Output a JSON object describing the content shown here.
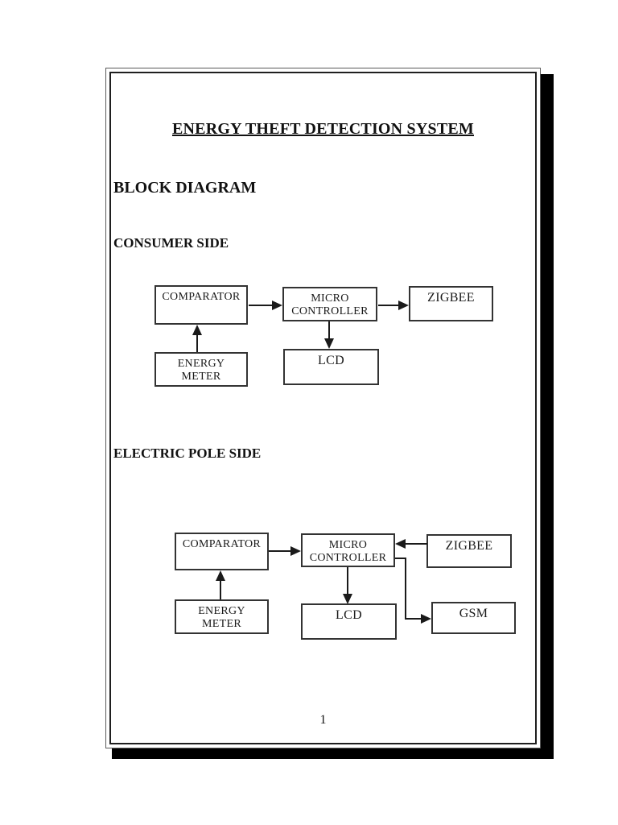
{
  "document": {
    "title": "ENERGY THEFT DETECTION SYSTEM",
    "heading": "BLOCK DIAGRAM",
    "page_number": "1"
  },
  "consumer_side": {
    "label": "CONSUMER SIDE",
    "boxes": {
      "comparator": "COMPARATOR",
      "micro_line1": "MICRO",
      "micro_line2": "CONTROLLER",
      "zigbee": "ZIGBEE",
      "energy_line1": "ENERGY",
      "energy_line2": "METER",
      "lcd": "LCD"
    },
    "connections": [
      {
        "from": "ENERGY METER",
        "to": "COMPARATOR"
      },
      {
        "from": "COMPARATOR",
        "to": "MICRO CONTROLLER"
      },
      {
        "from": "MICRO CONTROLLER",
        "to": "ZIGBEE"
      },
      {
        "from": "MICRO CONTROLLER",
        "to": "LCD"
      }
    ]
  },
  "pole_side": {
    "label": "ELECTRIC POLE SIDE",
    "boxes": {
      "comparator": "COMPARATOR",
      "micro_line1": "MICRO",
      "micro_line2": "CONTROLLER",
      "zigbee": "ZIGBEE",
      "energy_line1": "ENERGY",
      "energy_line2": "METER",
      "lcd": "LCD",
      "gsm": "GSM"
    },
    "connections": [
      {
        "from": "ENERGY METER",
        "to": "COMPARATOR"
      },
      {
        "from": "COMPARATOR",
        "to": "MICRO CONTROLLER"
      },
      {
        "from": "ZIGBEE",
        "to": "MICRO CONTROLLER"
      },
      {
        "from": "MICRO CONTROLLER",
        "to": "LCD"
      },
      {
        "from": "MICRO CONTROLLER",
        "to": "GSM"
      }
    ]
  },
  "colors": {
    "ink": "#1a1a1a",
    "page_background": "#ffffff",
    "page_shadow": "#000000",
    "inner_border": "#1f1f1f"
  }
}
